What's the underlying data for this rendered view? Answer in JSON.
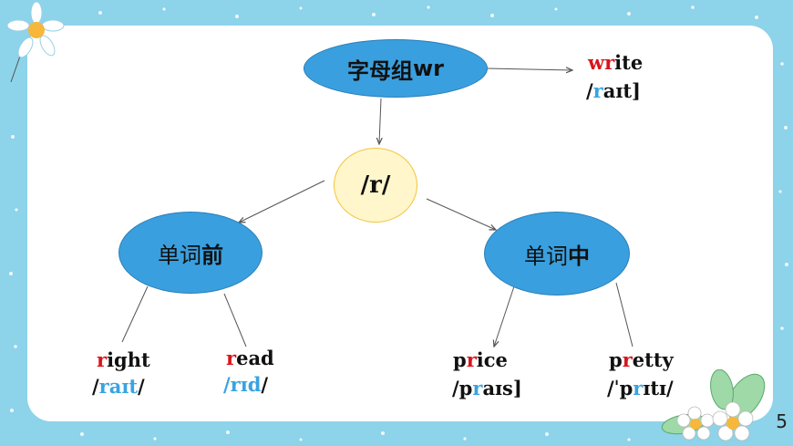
{
  "top_node": {
    "text": "字母组",
    "bold": "wr"
  },
  "center_node": {
    "text": "/r/"
  },
  "left_node": {
    "text": "单词",
    "bold": "前"
  },
  "right_node": {
    "text": "单词",
    "bold": "中"
  },
  "words": {
    "write": {
      "w1": "wr",
      "w2": "ite",
      "p1": "/",
      "p2": "r",
      "p3": "aɪt]"
    },
    "right": {
      "w1": "r",
      "w2": "ight",
      "p1": "/",
      "p2": "raɪt",
      "p3": "/"
    },
    "read": {
      "w1": "r",
      "w2": "ead",
      "p1": "/",
      "p2": "rɪd",
      "p3": "/"
    },
    "price": {
      "w1": "p",
      "w2": "r",
      "w3": "ice",
      "p1": "/p",
      "p2": "r",
      "p3": "aɪs]"
    },
    "pretty": {
      "w1": "p",
      "w2": "r",
      "w3": "etty",
      "p1": "/ˈp",
      "p2": "r",
      "p3": "ɪtɪ/"
    }
  },
  "page_number": "5",
  "colors": {
    "background": "#8dd3ea",
    "node_fill": "#3a9fde",
    "highlight_red": "#d9141c",
    "highlight_blue": "#3aa3e0"
  }
}
